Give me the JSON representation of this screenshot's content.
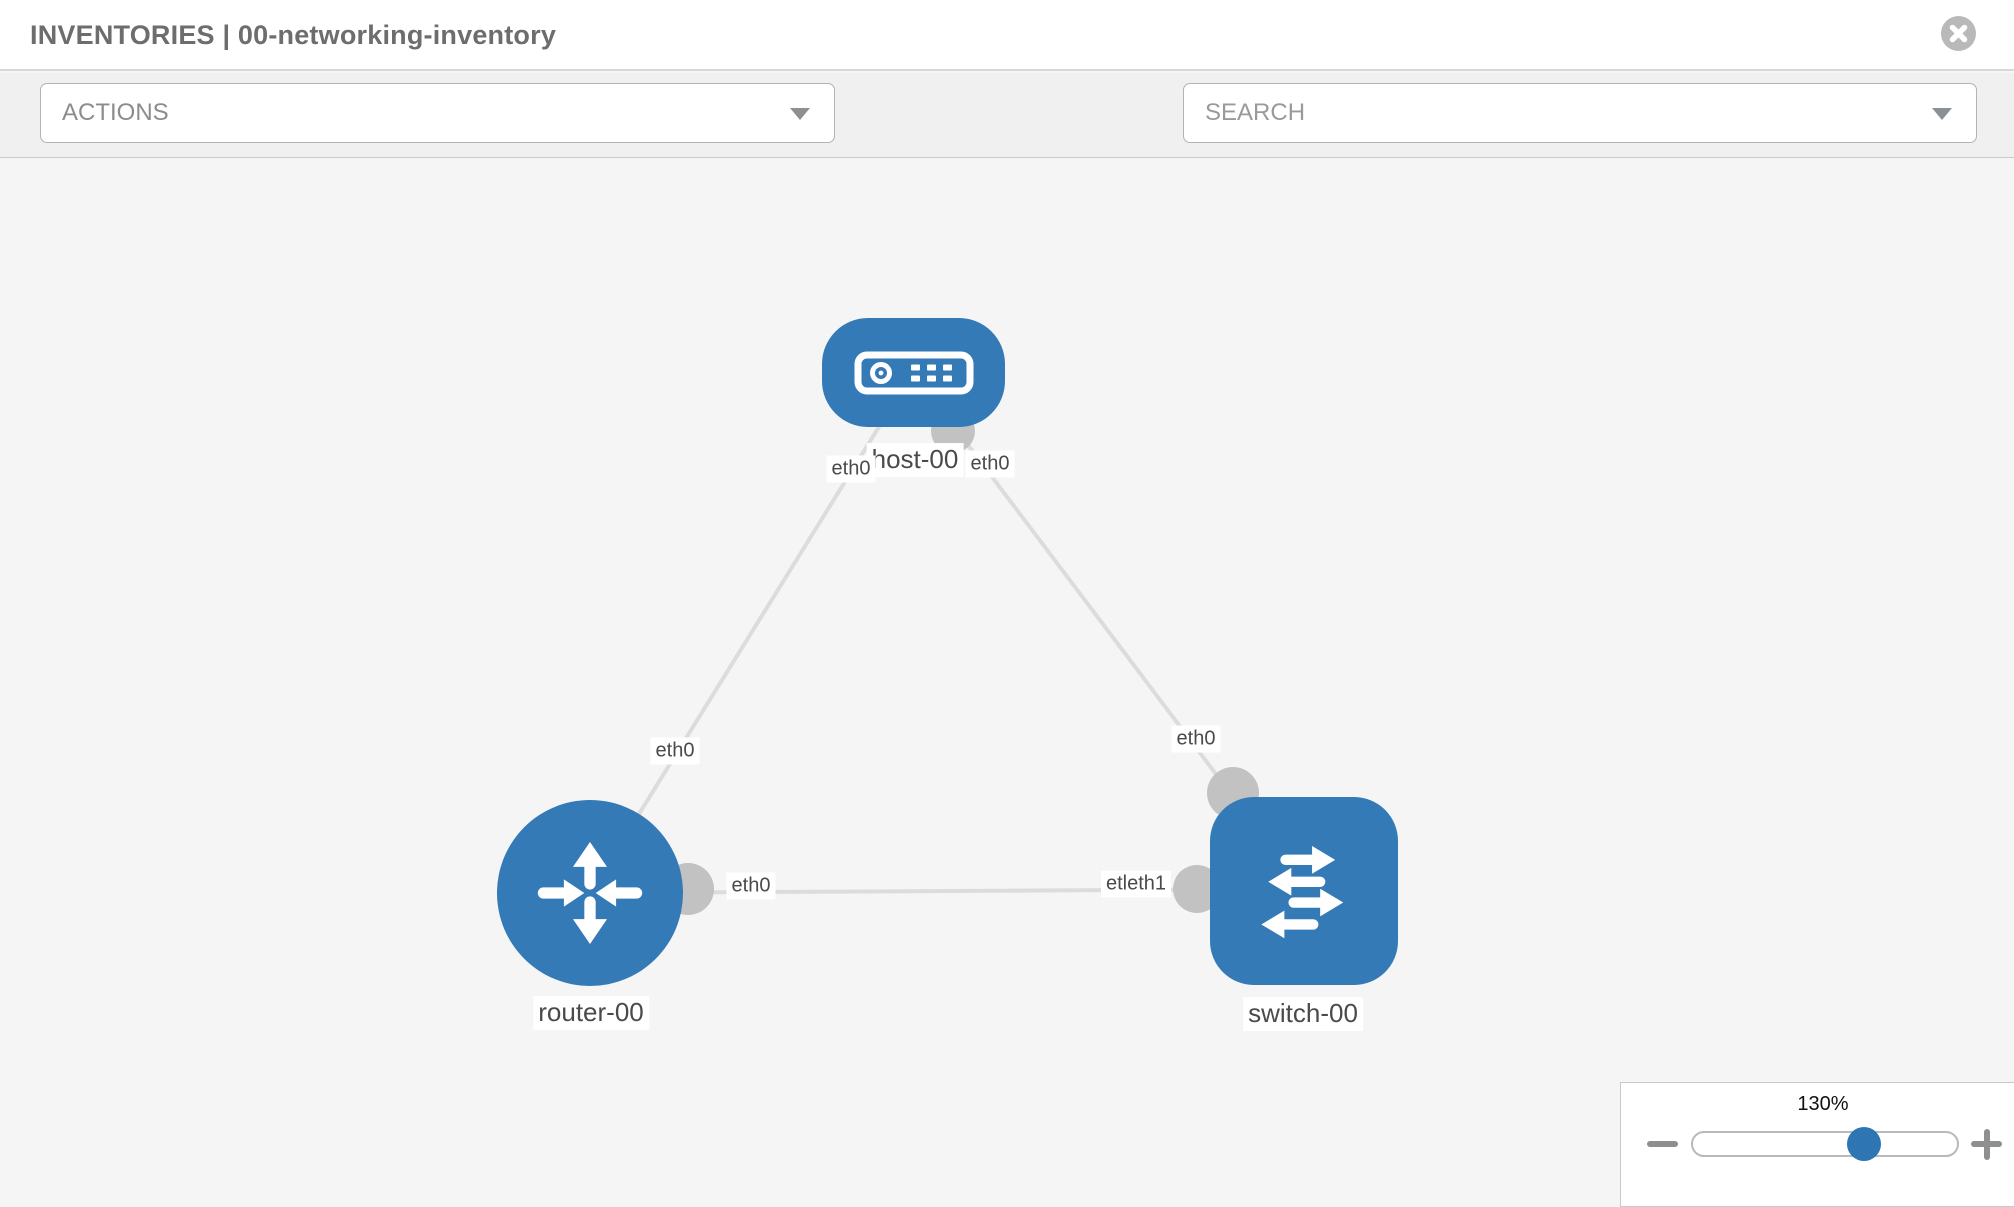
{
  "header": {
    "title": "INVENTORIES | 00-networking-inventory"
  },
  "toolbar": {
    "actions_label": "ACTIONS",
    "search_placeholder": "SEARCH",
    "icons": [
      "wrench-icon",
      "key-icon"
    ]
  },
  "canvas": {
    "nodes": [
      {
        "label": "host-00",
        "type": "host"
      },
      {
        "label": "router-00",
        "type": "router"
      },
      {
        "label": "switch-00",
        "type": "switch"
      }
    ],
    "links": [
      {
        "from": "host-00",
        "to": "router-00"
      },
      {
        "from": "host-00",
        "to": "switch-00"
      },
      {
        "from": "router-00",
        "to": "switch-00"
      }
    ],
    "interface_labels": [
      {
        "text": "eth0"
      },
      {
        "text": "eth0"
      },
      {
        "text": "eth0"
      },
      {
        "text": "eth0"
      },
      {
        "text": "eth0"
      },
      {
        "text": "etleth1"
      }
    ]
  },
  "zoom_control": {
    "level": "130%",
    "decrease": "-",
    "increase": "+"
  },
  "colors": {
    "node_blue": "#337ab7",
    "link_gray": "#dcdcdc",
    "port_gray": "#c2c2c2",
    "icon_gray": "#7b828a"
  }
}
